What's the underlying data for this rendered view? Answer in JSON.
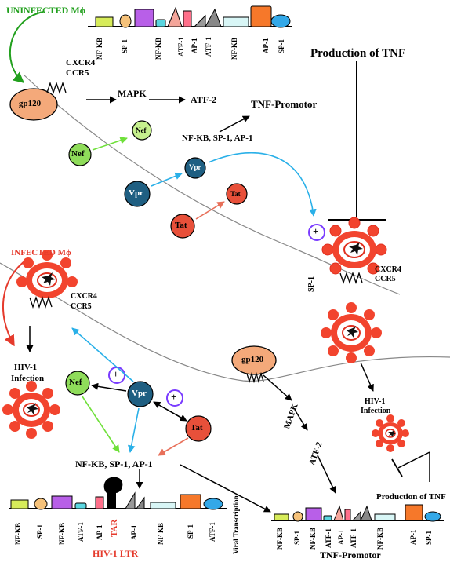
{
  "top": {
    "uninfected": "UNINFECTED Mϕ",
    "receptors": [
      "CXCR4",
      "CCR5"
    ],
    "gp120": "gp120",
    "mapk": "MAPK",
    "atf2": "ATF-2",
    "tnf_promotor": "TNF-Promotor",
    "nf_sp_ap": "NF-KB, SP-1, AP-1",
    "production_tnf": "Production of TNF",
    "proteins": {
      "nef": "Nef",
      "vpr": "Vpr",
      "tat": "Tat"
    },
    "sp1": "SP-1",
    "plus": "+",
    "promoter_labels": [
      "NF-KB",
      "SP-1",
      "NF-KB",
      "ATF-1",
      "AP-1",
      "ATF-1",
      "NF-KB",
      "AP-1",
      "SP-1"
    ]
  },
  "bottom": {
    "infected": "INFECTED Mϕ",
    "receptors": [
      "CXCR4",
      "CCR5"
    ],
    "hiv_infection": [
      "HIV-1",
      "Infection"
    ],
    "proteins": {
      "nef": "Nef",
      "vpr": "Vpr",
      "tat": "Tat"
    },
    "plus": "+",
    "nf_sp_ap": "NF-KB, SP-1, AP-1",
    "ltr_labels": [
      "NF-KB",
      "SP-1",
      "NF-KB",
      "ATF-1",
      "AP-1",
      "TAR",
      "AP-1",
      "NF-KB",
      "SP-1",
      "ATF-1"
    ],
    "hiv_ltr": "HIV-1 LTR",
    "viral_transcription": "Viral Transcription",
    "gp120": "gp120",
    "mapk": "MAPK",
    "atf2": "ATF-2",
    "hiv_infection_right": [
      "HIV-1",
      "Infection"
    ],
    "production_tnf": "Production of TNF",
    "tnf_labels": [
      "NF-KB",
      "SP-1",
      "NF-KB",
      "ATF-1",
      "AP-1",
      "ATF-1",
      "NF-KB",
      "AP-1",
      "SP-1"
    ],
    "tnf_promotor": "TNF-Promotor"
  },
  "colors": {
    "green": "#22a01e",
    "red": "#e53a2c",
    "blue": "#2ab0e8",
    "gp120": "#f4a97a",
    "nef": "#8fdc5a",
    "vpr": "#1f5f82",
    "tat": "#e8503a",
    "plus_ring": "#7a3cff"
  }
}
